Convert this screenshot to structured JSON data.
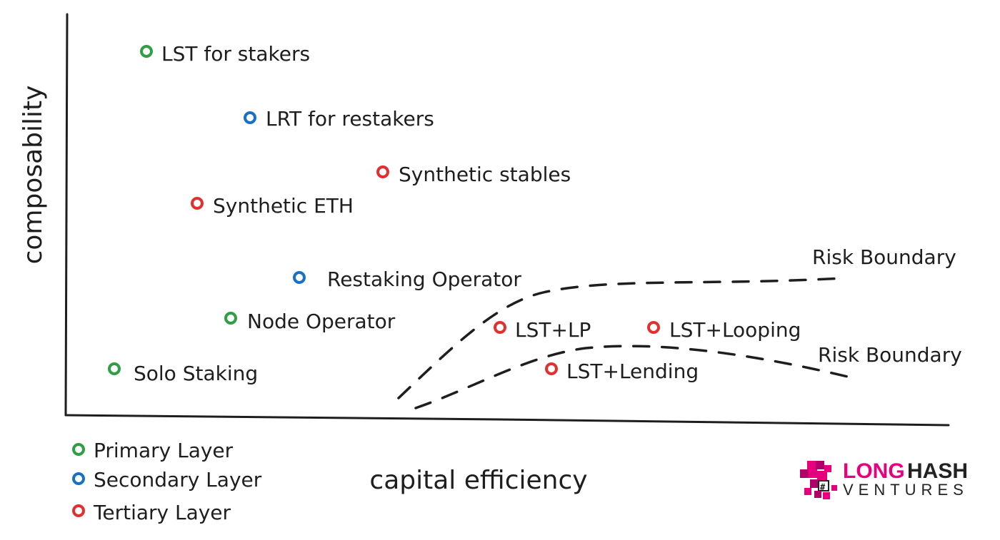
{
  "colors": {
    "primary": "#2f9e44",
    "secondary": "#1971c2",
    "tertiary": "#e03131",
    "ink": "#1e1e1e",
    "brand_pink": "#e6007e"
  },
  "axes": {
    "x_label": "capital efficiency",
    "y_label": "composability"
  },
  "points": [
    {
      "label": "LST for stakers",
      "layer": "primary"
    },
    {
      "label": "LRT for restakers",
      "layer": "secondary"
    },
    {
      "label": "Synthetic stables",
      "layer": "tertiary"
    },
    {
      "label": "Synthetic ETH",
      "layer": "tertiary"
    },
    {
      "label": "Restaking Operator",
      "layer": "secondary"
    },
    {
      "label": "Node Operator",
      "layer": "primary"
    },
    {
      "label": "Solo Staking",
      "layer": "primary"
    },
    {
      "label": "LST+LP",
      "layer": "tertiary"
    },
    {
      "label": "LST+Looping",
      "layer": "tertiary"
    },
    {
      "label": "LST+Lending",
      "layer": "tertiary"
    }
  ],
  "boundaries": [
    {
      "label": "Risk Boundary",
      "style": "dashed"
    },
    {
      "label": "Risk Boundary",
      "style": "dashed"
    }
  ],
  "legend": [
    {
      "label": "Primary Layer",
      "layer": "primary"
    },
    {
      "label": "Secondary Layer",
      "layer": "secondary"
    },
    {
      "label": "Tertiary Layer",
      "layer": "tertiary"
    }
  ],
  "logo": {
    "word_1": "LONG",
    "word_2": "HASH",
    "word_3": "VENTURES",
    "icon": "pixel-dragon-icon"
  }
}
